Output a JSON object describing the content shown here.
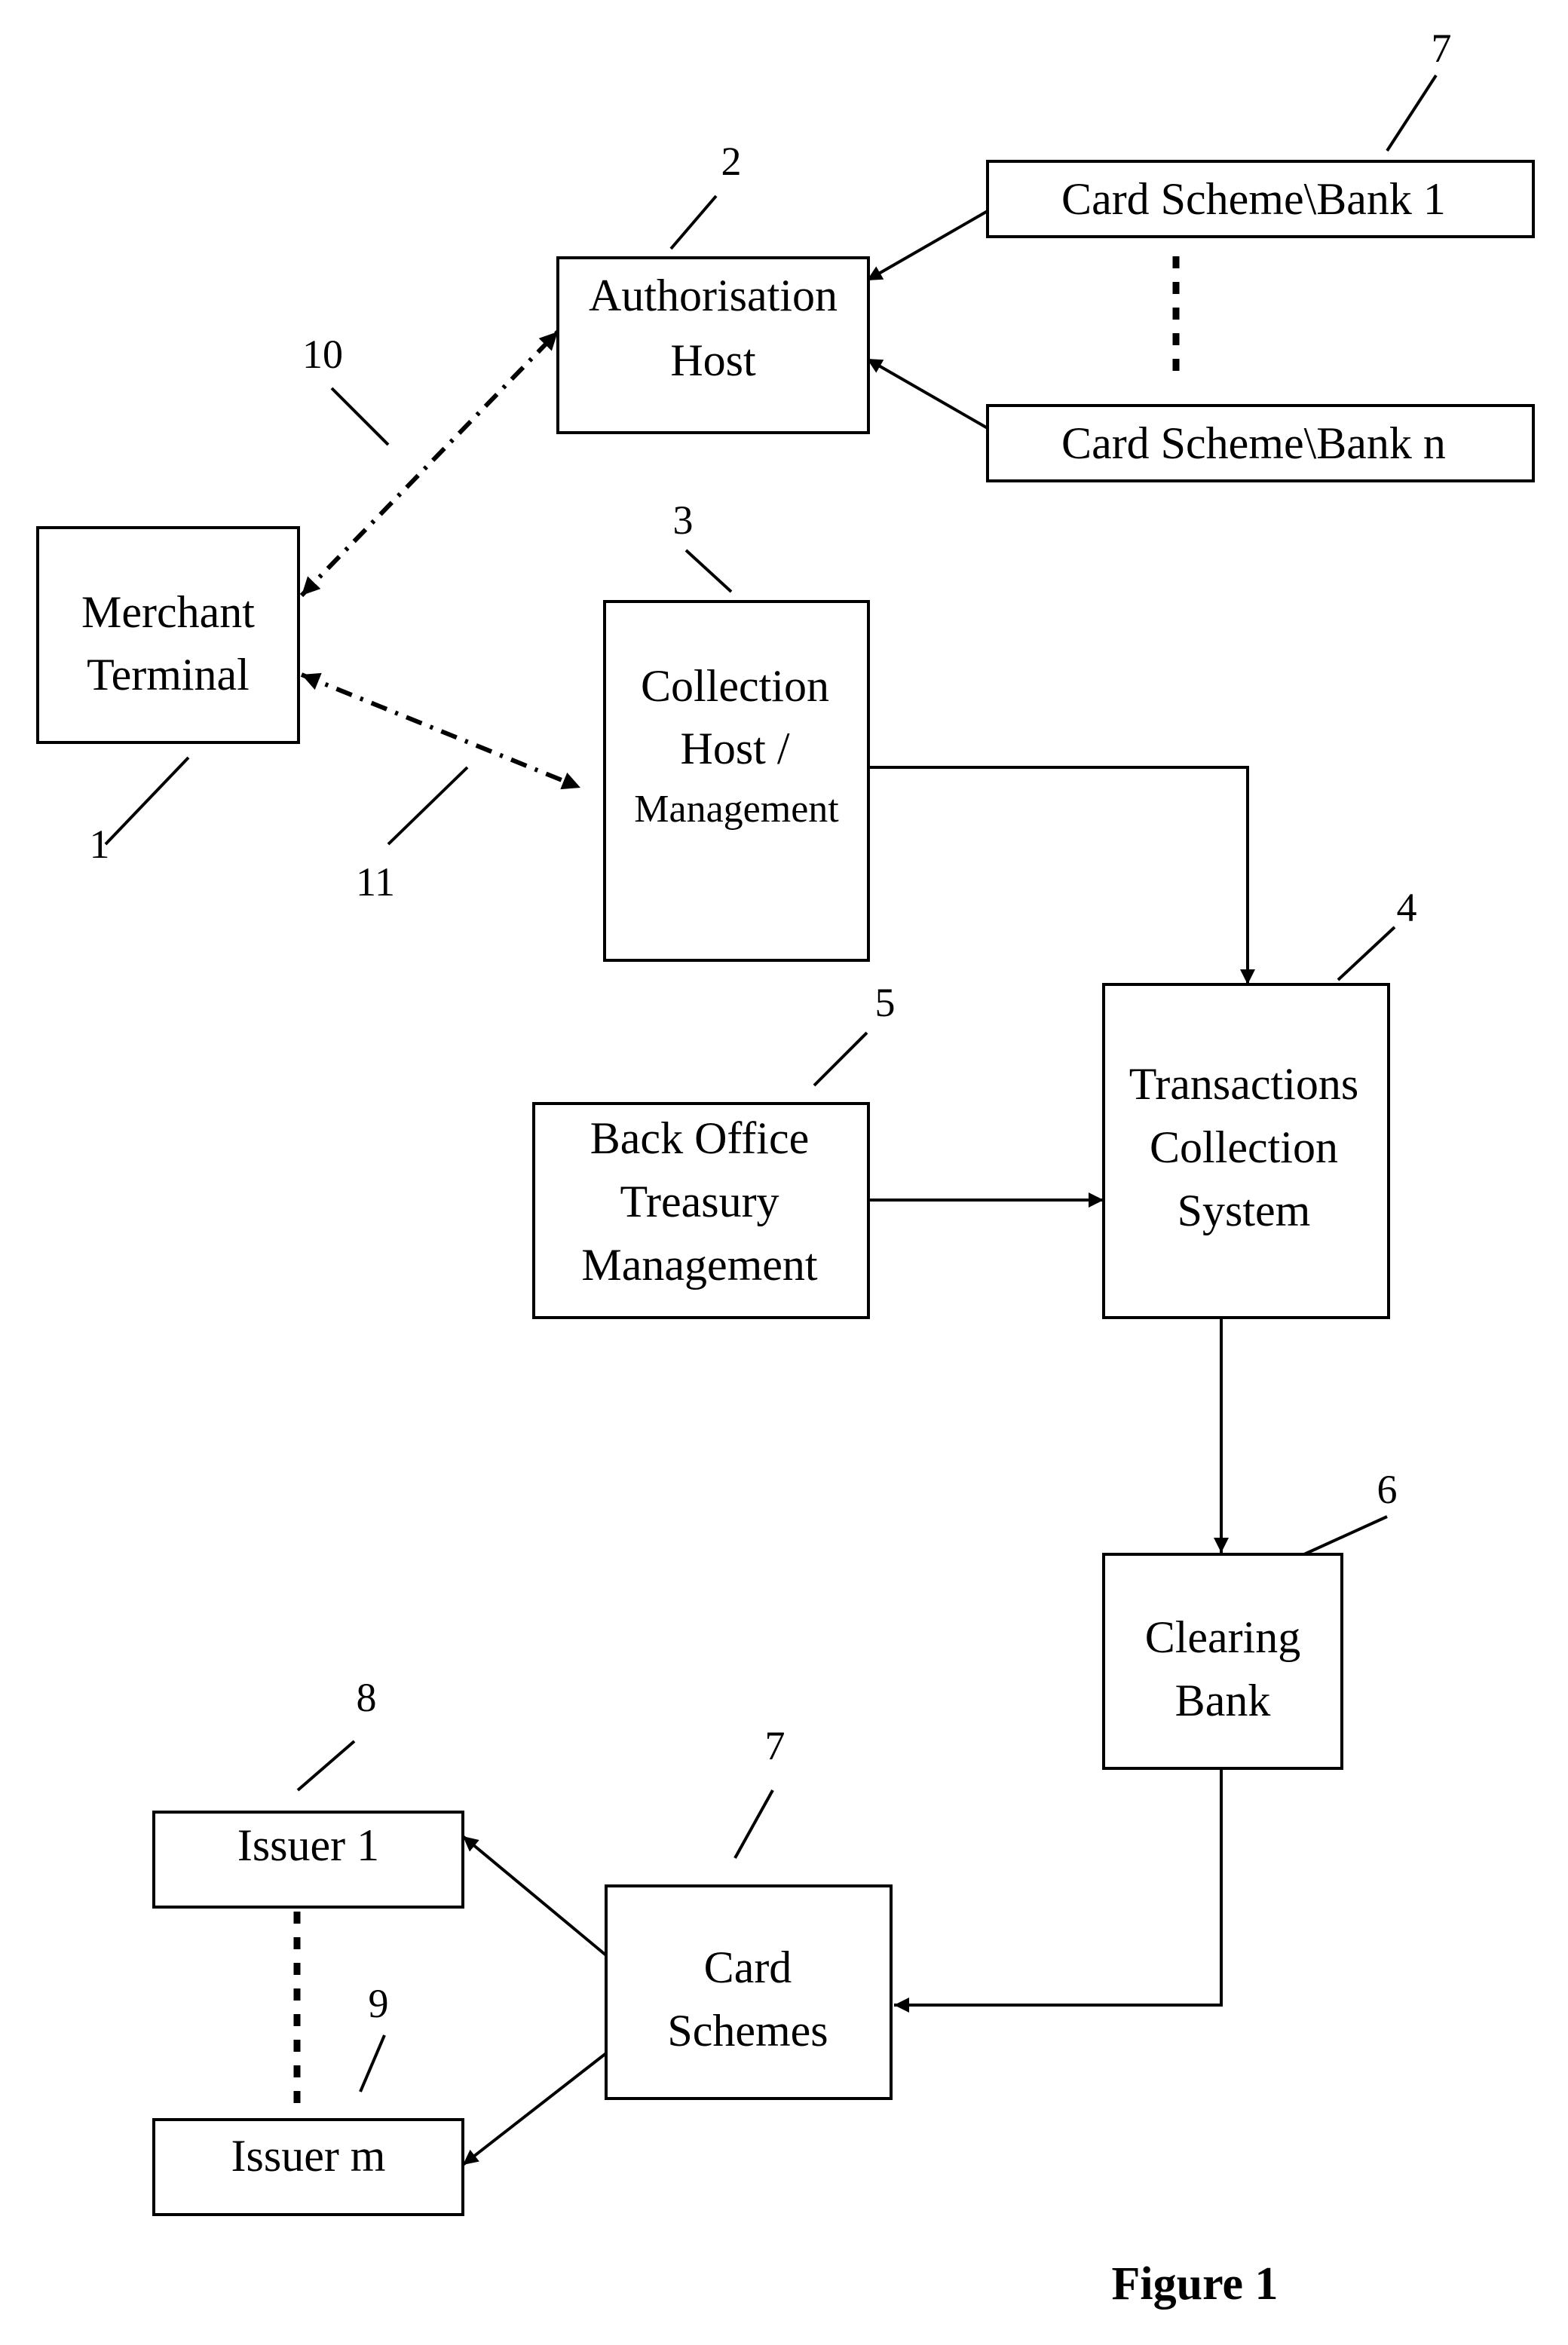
{
  "boxes": {
    "merchant_terminal": [
      "Merchant",
      "Terminal"
    ],
    "authorisation_host": [
      "Authorisation",
      "Host"
    ],
    "card_scheme_bank_1": [
      "Card Scheme\\Bank 1"
    ],
    "card_scheme_bank_n": [
      "Card Scheme\\Bank n"
    ],
    "collection_host": [
      "Collection",
      "Host /",
      "Management"
    ],
    "transactions_collection_system": [
      "Transactions",
      "Collection",
      "System"
    ],
    "back_office": [
      "Back Office",
      "Treasury",
      "Management"
    ],
    "clearing_bank": [
      "Clearing",
      "Bank"
    ],
    "card_schemes": [
      "Card",
      "Schemes"
    ],
    "issuer_1": [
      "Issuer 1"
    ],
    "issuer_m": [
      "Issuer m"
    ]
  },
  "reference_numbers": {
    "merchant_terminal": "1",
    "authorisation_host": "2",
    "collection_host": "3",
    "transactions_collection_system": "4",
    "back_office": "5",
    "clearing_bank": "6",
    "card_scheme_bank": "7",
    "card_schemes": "7",
    "issuer_1": "8",
    "issuer_m": "9",
    "auth_link": "10",
    "collection_link": "11"
  },
  "caption": "Figure 1"
}
